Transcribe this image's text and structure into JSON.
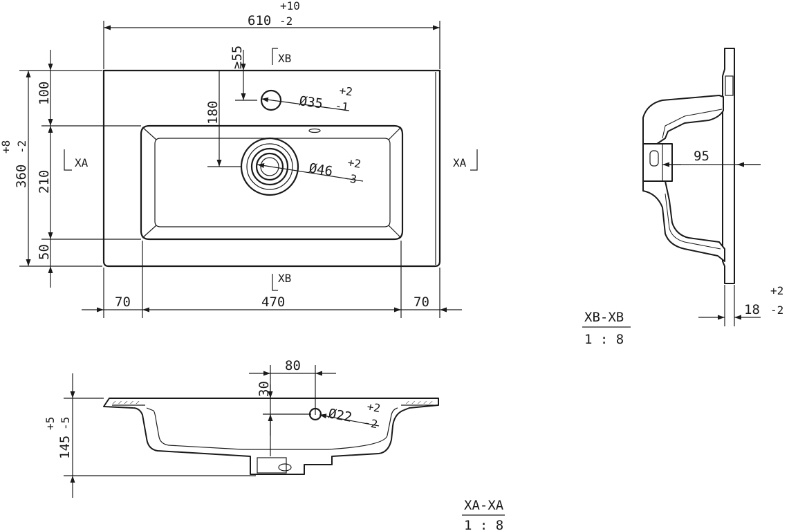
{
  "top_view": {
    "width": "610",
    "width_tol_upper": "+10",
    "width_tol_lower": "-2",
    "depth": "360",
    "depth_tol_upper": "+8",
    "depth_tol_lower": "-2",
    "back_margin": "100",
    "bowl_depth": "210",
    "front_margin": "50",
    "tap_offset": "180",
    "tap_clearance": "≥55",
    "tap_hole": "Ø35",
    "tap_hole_tol_upper": "+2",
    "tap_hole_tol_lower": "-1",
    "drain_hole": "Ø46",
    "drain_hole_tol_upper": "+2",
    "drain_hole_tol_lower": "-3",
    "left_margin": "70",
    "bowl_width": "470",
    "right_margin": "70",
    "section_a": "XA",
    "section_b": "XB"
  },
  "section_xb": {
    "depth_to_drain": "95",
    "rim_thickness": "18",
    "rim_tol_upper": "+2",
    "rim_tol_lower": "-2",
    "title": "XB-XB",
    "scale": "1 : 8"
  },
  "section_xa": {
    "overflow_offset_x": "80",
    "overflow_offset_y": "30",
    "overflow_hole": "Ø22",
    "overflow_tol_upper": "+2",
    "overflow_tol_lower": "-2",
    "height": "145",
    "height_tol_upper": "+5",
    "height_tol_lower": "-5",
    "title": "XA-XA",
    "scale": "1 : 8"
  }
}
